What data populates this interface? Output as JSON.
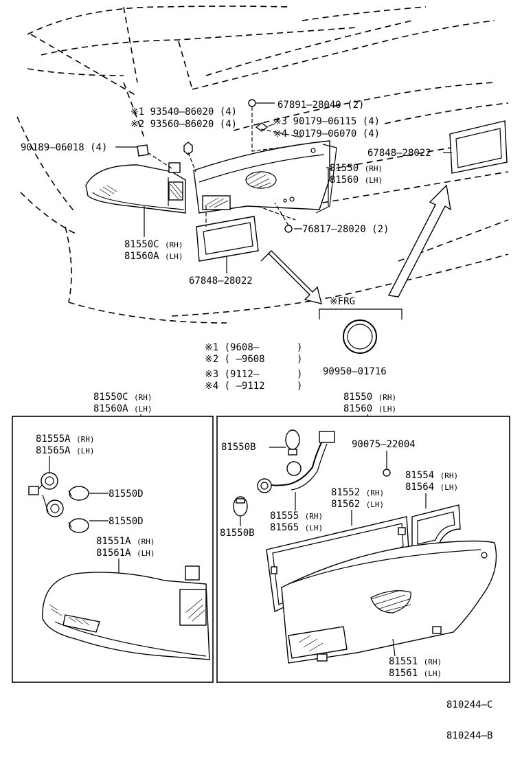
{
  "top": {
    "p1": {
      "no": "67891–28040",
      "qty": "(2)"
    },
    "p2": {
      "mark": "※1",
      "no": "93540–86020",
      "qty": "(4)"
    },
    "p3": {
      "mark": "※2",
      "no": "93560–86020",
      "qty": "(4)"
    },
    "p4": {
      "mark": "※3",
      "no": "90179–06115",
      "qty": "(4)"
    },
    "p5": {
      "mark": "※4",
      "no": "90179–06070",
      "qty": "(4)"
    },
    "p6": {
      "no": "90189–06018",
      "qty": "(4)"
    },
    "p7": {
      "no": "67848–28022"
    },
    "p8": {
      "no": "81550",
      "tag": "(RH)"
    },
    "p9": {
      "no": "81560",
      "tag": "(LH)"
    },
    "p10": {
      "no": "76817–28020",
      "qty": "(2)"
    },
    "p11": {
      "no": "81550C",
      "tag": "(RH)"
    },
    "p12": {
      "no": "81560A",
      "tag": "(LH)"
    },
    "p13": {
      "no": "67848–28022"
    },
    "frg_label": "※FRG",
    "p14": {
      "no": "90950–01716"
    }
  },
  "notes": [
    {
      "mark": "※1",
      "text": "(9608–",
      "close": ")"
    },
    {
      "mark": "※2",
      "text": "(      –9608",
      "close": ")"
    },
    {
      "mark": "※3",
      "text": "(9112–",
      "close": ")"
    },
    {
      "mark": "※4",
      "text": "(      –9112",
      "close": ")"
    }
  ],
  "left_box": {
    "title1": {
      "no": "81550C",
      "tag": "(RH)"
    },
    "title2": {
      "no": "81560A",
      "tag": "(LH)"
    },
    "a1": {
      "no": "81555A",
      "tag": "(RH)"
    },
    "a2": {
      "no": "81565A",
      "tag": "(LH)"
    },
    "b1": "81550D",
    "b2": "81550D",
    "c1": {
      "no": "81551A",
      "tag": "(RH)"
    },
    "c2": {
      "no": "81561A",
      "tag": "(LH)"
    }
  },
  "right_box": {
    "title1": {
      "no": "81550",
      "tag": "(RH)"
    },
    "title2": {
      "no": "81560",
      "tag": "(LH)"
    },
    "r1": "81550B",
    "r2": "90075–22004",
    "r3": {
      "no": "81554",
      "tag": "(RH)"
    },
    "r4": {
      "no": "81564",
      "tag": "(LH)"
    },
    "r5": {
      "no": "81552",
      "tag": "(RH)"
    },
    "r6": {
      "no": "81562",
      "tag": "(LH)"
    },
    "r7": {
      "no": "81555",
      "tag": "(RH)"
    },
    "r8": {
      "no": "81565",
      "tag": "(LH)"
    },
    "r9": "81550B",
    "r10": {
      "no": "81551",
      "tag": "(RH)"
    },
    "r11": {
      "no": "81561",
      "tag": "(LH)"
    }
  },
  "footer": {
    "code1": "810244–C",
    "code2": "810244–B"
  }
}
